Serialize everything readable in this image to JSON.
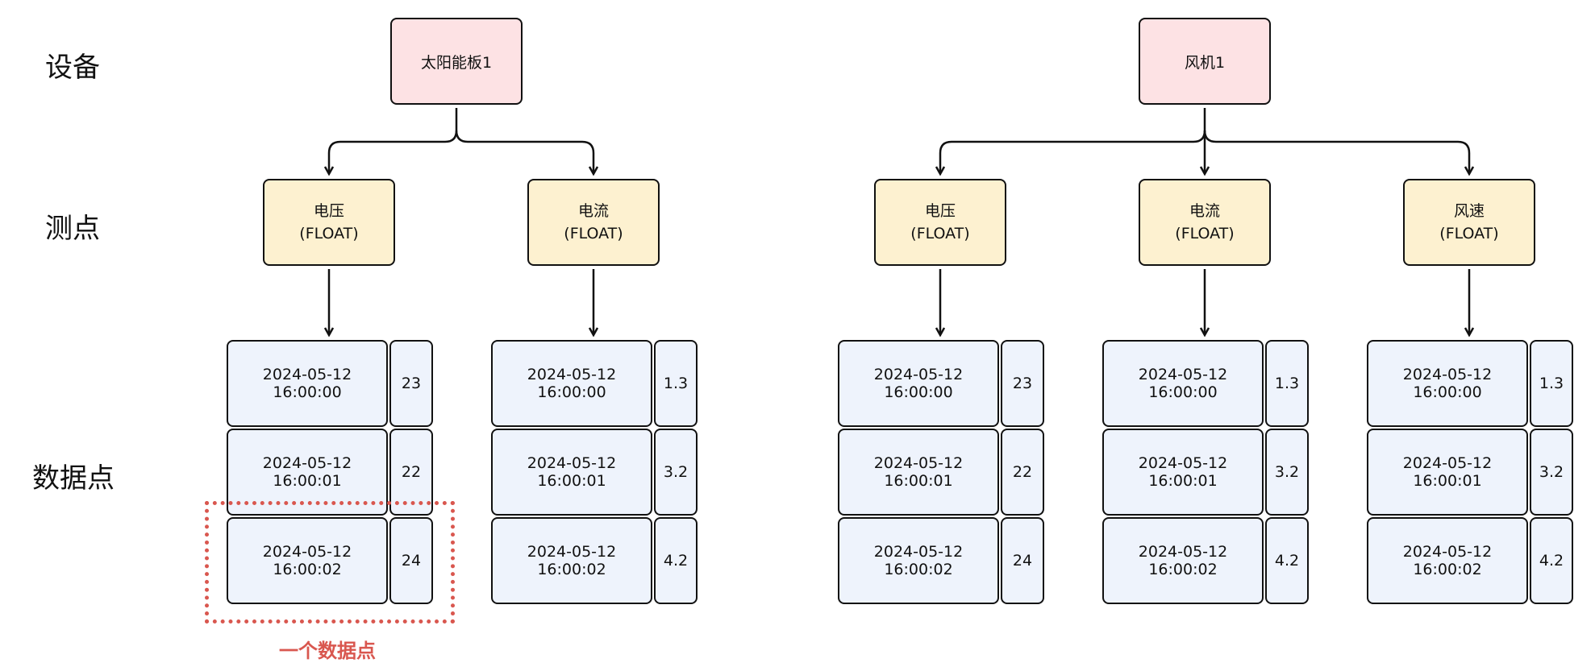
{
  "labels": {
    "device": "设备",
    "point": "测点",
    "datapoint": "数据点"
  },
  "devices": [
    {
      "name": "太阳能板1",
      "points": [
        {
          "name": "电压",
          "type": "(FLOAT)",
          "rows": [
            {
              "ts": "2024-05-12 16:00:00",
              "val": "23"
            },
            {
              "ts": "2024-05-12 16:00:01",
              "val": "22"
            },
            {
              "ts": "2024-05-12 16:00:02",
              "val": "24"
            }
          ]
        },
        {
          "name": "电流",
          "type": "(FLOAT)",
          "rows": [
            {
              "ts": "2024-05-12 16:00:00",
              "val": "1.3"
            },
            {
              "ts": "2024-05-12 16:00:01",
              "val": "3.2"
            },
            {
              "ts": "2024-05-12 16:00:02",
              "val": "4.2"
            }
          ]
        }
      ]
    },
    {
      "name": "风机1",
      "points": [
        {
          "name": "电压",
          "type": "(FLOAT)",
          "rows": [
            {
              "ts": "2024-05-12 16:00:00",
              "val": "23"
            },
            {
              "ts": "2024-05-12 16:00:01",
              "val": "22"
            },
            {
              "ts": "2024-05-12 16:00:02",
              "val": "24"
            }
          ]
        },
        {
          "name": "电流",
          "type": "(FLOAT)",
          "rows": [
            {
              "ts": "2024-05-12 16:00:00",
              "val": "1.3"
            },
            {
              "ts": "2024-05-12 16:00:01",
              "val": "3.2"
            },
            {
              "ts": "2024-05-12 16:00:02",
              "val": "4.2"
            }
          ]
        },
        {
          "name": "风速",
          "type": "(FLOAT)",
          "rows": [
            {
              "ts": "2024-05-12 16:00:00",
              "val": "1.3"
            },
            {
              "ts": "2024-05-12 16:00:01",
              "val": "3.2"
            },
            {
              "ts": "2024-05-12 16:00:02",
              "val": "4.2"
            }
          ]
        }
      ]
    }
  ],
  "highlight": {
    "label": "一个数据点",
    "color": "#d9574f"
  },
  "colors": {
    "device_fill": "#fde2e4",
    "point_fill": "#fdf1d0",
    "cell_fill": "#eef3fc",
    "stroke": "#111111"
  }
}
